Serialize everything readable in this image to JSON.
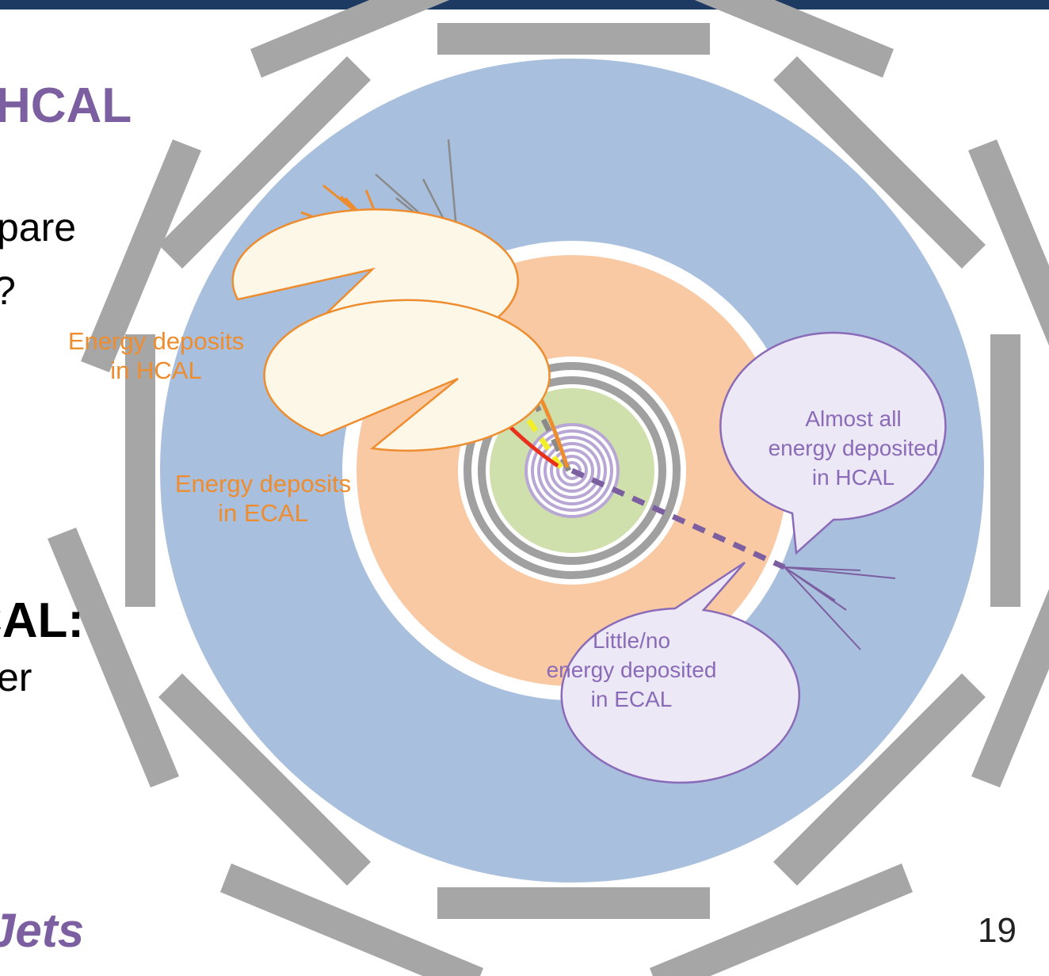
{
  "slide": {
    "heading": "HCAL",
    "line1": "pare",
    "line2": "?",
    "line3": "CAL:",
    "line4": "er",
    "footer": "Jets",
    "page_number": "19"
  },
  "callouts": {
    "hcal_deposits": {
      "line1": "Energy deposits",
      "line2": "in HCAL"
    },
    "ecal_deposits": {
      "line1": "Energy deposits",
      "line2": "in ECAL"
    },
    "almost_all": {
      "line1": "Almost all",
      "line2": "energy deposited",
      "line3": "in HCAL"
    },
    "little_no": {
      "line1": "Little/no",
      "line2": "energy deposited",
      "line3": "in ECAL"
    }
  },
  "colors": {
    "muon_chamber": "#a6a6a6",
    "hcal": "#a8bfdd",
    "ecal": "#f9c9a3",
    "tracker": "#d0e0ac",
    "solenoid": "#a0a0a0",
    "orange_track": "#ee8d2f",
    "red_track": "#e8301c",
    "yellow_track": "#f2ee2a",
    "gray_track": "#8a8a8a",
    "purple_track": "#7b5fa0",
    "accent_purple": "#8a6bb8"
  }
}
